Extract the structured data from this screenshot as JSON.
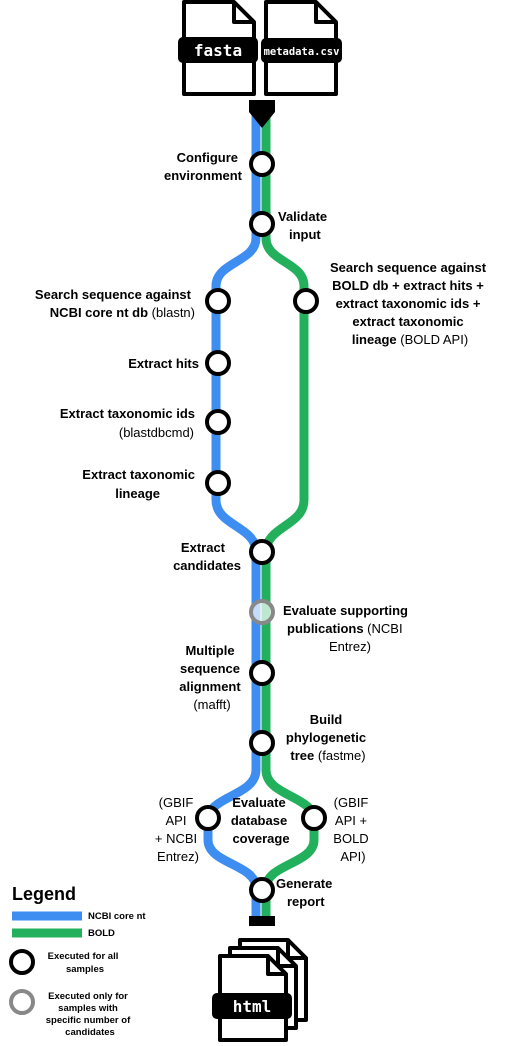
{
  "colors": {
    "ncbi": "#3d8ef0",
    "bold": "#23b05d",
    "node_all": "#000000",
    "node_specific": "#888888"
  },
  "inputs": {
    "fasta_label": "fasta",
    "metadata_label": "metadata.csv"
  },
  "output": {
    "html_label": "html"
  },
  "steps": {
    "configure": {
      "line1": "Configure",
      "line2": "environment"
    },
    "validate": {
      "line1": "Validate",
      "line2": "input"
    },
    "ncbi_search": {
      "line1": "Search sequence against",
      "line2_bold": "NCBI core nt db",
      "line2_reg": " (blastn)"
    },
    "extract_hits": {
      "line1": "Extract hits"
    },
    "extract_tax_ids": {
      "line1": "Extract taxonomic ids",
      "line2": "(blastdbcmd)"
    },
    "extract_lineage": {
      "line1": "Extract taxonomic",
      "line2": "lineage"
    },
    "bold_search": {
      "line1": "Search sequence against",
      "line2": "BOLD db + extract hits +",
      "line3": "extract taxonomic ids +",
      "line4": "extract taxonomic",
      "line5_bold": "lineage",
      "line5_reg": " (BOLD API)"
    },
    "extract_candidates": {
      "line1": "Extract",
      "line2": "candidates"
    },
    "evaluate_publications": {
      "line1": "Evaluate supporting",
      "line2_bold": "publications",
      "line2_reg": " (NCBI",
      "line3": "Entrez)"
    },
    "msa": {
      "line1": "Multiple",
      "line2": "sequence",
      "line3": "alignment",
      "line4": "(mafft)"
    },
    "tree": {
      "line1": "Build",
      "line2": "phylogenetic",
      "line3_bold": "tree",
      "line3_reg": " (fastme)"
    },
    "coverage": {
      "line1": "Evaluate",
      "line2": "database",
      "line3": "coverage"
    },
    "coverage_ncbi": {
      "line1": "(GBIF",
      "line2": "API",
      "line3": "+ NCBI",
      "line4": "Entrez)"
    },
    "coverage_bold": {
      "line1": "(GBIF",
      "line2": "API +",
      "line3": "BOLD",
      "line4": "API)"
    },
    "report": {
      "line1": "Generate",
      "line2": "report"
    }
  },
  "legend": {
    "title": "Legend",
    "ncbi_label": "NCBI core nt",
    "bold_label": "BOLD",
    "all_line1": "Executed for all",
    "all_line2": "samples",
    "specific_line1": "Executed only for",
    "specific_line2": "samples with",
    "specific_line3": "specific number of",
    "specific_line4": "candidates"
  }
}
